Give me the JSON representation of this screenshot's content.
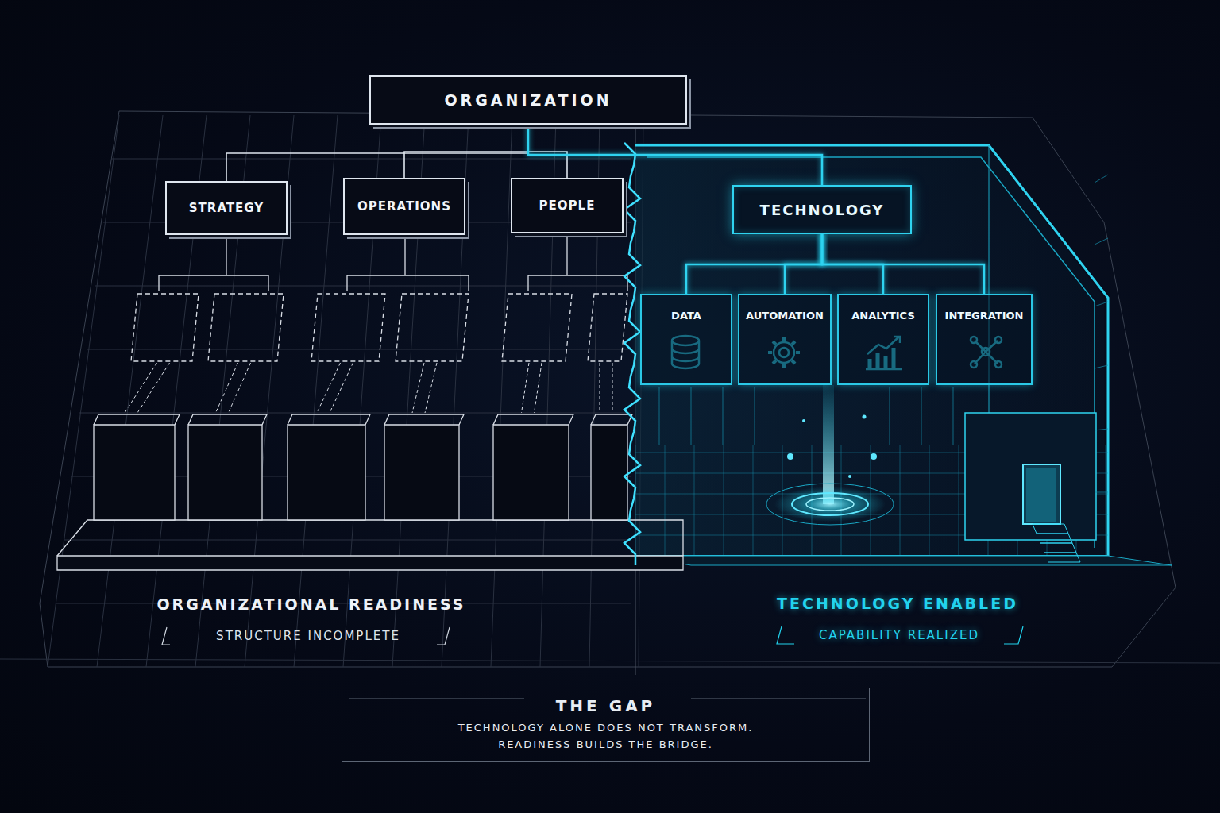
{
  "diagram": {
    "nodes": [
      {
        "text": [
          "ORGANIZATION"
        ]
      },
      {
        "text": [
          "STRATEGY"
        ]
      },
      {
        "text": [
          "OPERATIONS"
        ]
      },
      {
        "text": [
          "PEOPLE"
        ]
      },
      {
        "text": [
          "TECHNOLOGY"
        ]
      },
      {
        "text": [
          "DATA"
        ]
      },
      {
        "text": [
          "AUTOMATION"
        ]
      },
      {
        "text": [
          "ANALYTICS"
        ]
      },
      {
        "text": [
          "INTEGRATION"
        ]
      },
      {
        "text": [
          "THE GAP",
          "TECHNOLOGY ALONE DOES NOT TRANSFORM. READINESS BUILDS THE BRIDGE."
        ]
      }
    ],
    "edges": [
      {
        "from": 0,
        "to": 1,
        "arrow": "none"
      },
      {
        "from": 0,
        "to": 2,
        "arrow": "none"
      },
      {
        "from": 0,
        "to": 3,
        "arrow": "none"
      },
      {
        "from": 0,
        "to": 4,
        "arrow": "none"
      },
      {
        "from": 4,
        "to": 5,
        "arrow": "none"
      },
      {
        "from": 4,
        "to": 6,
        "arrow": "none"
      },
      {
        "from": 4,
        "to": 7,
        "arrow": "none"
      },
      {
        "from": 4,
        "to": 8,
        "arrow": "none"
      }
    ],
    "labels": [
      "ORGANIZATIONAL READINESS",
      "STRUCTURE INCOMPLETE",
      "TECHNOLOGY ENABLED",
      "CAPABILITY REALIZED"
    ]
  }
}
